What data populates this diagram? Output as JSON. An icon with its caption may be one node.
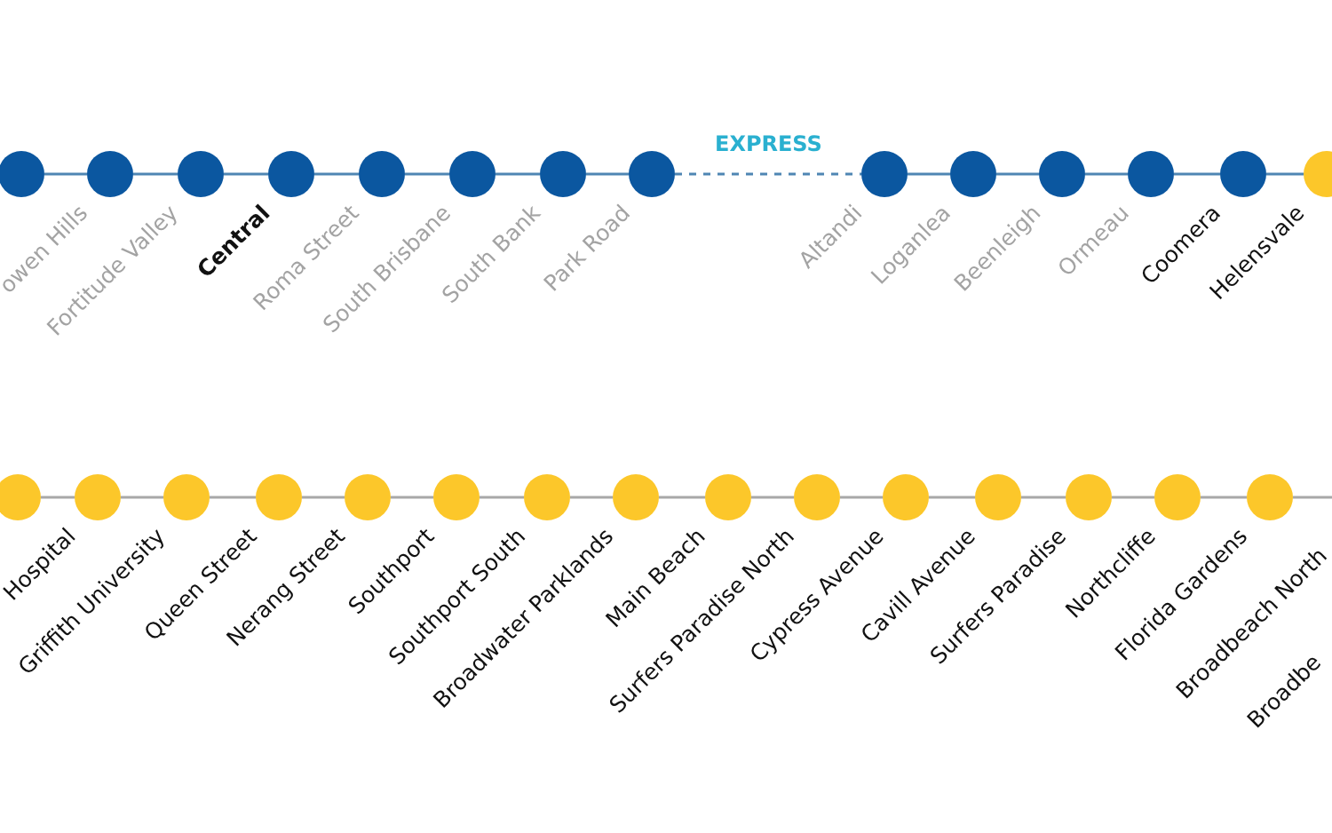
{
  "diagram": {
    "nodes": [
      {
        "text": [],
        "shape": "circle"
      },
      {
        "text": [],
        "shape": "circle",
        "beside": [
          "owen Hills"
        ]
      },
      {
        "text": [],
        "shape": "circle",
        "beside": [
          "Fortitude Valley"
        ]
      },
      {
        "text": [],
        "shape": "circle",
        "beside": [
          "Central"
        ]
      },
      {
        "text": [],
        "shape": "circle",
        "beside": [
          "Roma Street"
        ]
      },
      {
        "text": [],
        "shape": "circle",
        "beside": [
          "South Brisbane"
        ]
      },
      {
        "text": [],
        "shape": "circle",
        "beside": [
          "South Bank"
        ]
      },
      {
        "text": [],
        "shape": "circle",
        "beside": [
          "Park Road"
        ]
      },
      {
        "text": [],
        "shape": "circle",
        "beside": [
          "Altandi"
        ]
      },
      {
        "text": [],
        "shape": "circle",
        "beside": [
          "Loganlea"
        ]
      },
      {
        "text": [],
        "shape": "circle",
        "beside": [
          "Beenleigh"
        ]
      },
      {
        "text": [],
        "shape": "circle",
        "beside": [
          "Ormeau"
        ]
      },
      {
        "text": [],
        "shape": "circle",
        "beside": [
          "Coomera"
        ]
      },
      {
        "text": [],
        "shape": "circle",
        "beside": [
          "Helensvale"
        ]
      },
      {
        "text": [],
        "shape": "circle"
      },
      {
        "text": [],
        "shape": "circle",
        "beside": [
          "Hospital"
        ]
      },
      {
        "text": [],
        "shape": "circle",
        "beside": [
          "Griffith University"
        ]
      },
      {
        "text": [],
        "shape": "circle",
        "beside": [
          "Queen Street"
        ]
      },
      {
        "text": [],
        "shape": "circle",
        "beside": [
          "Nerang Street"
        ]
      },
      {
        "text": [],
        "shape": "circle",
        "beside": [
          "Southport"
        ]
      },
      {
        "text": [],
        "shape": "circle",
        "beside": [
          "Southport South"
        ]
      },
      {
        "text": [],
        "shape": "circle",
        "beside": [
          "Broadwater Parklands"
        ]
      },
      {
        "text": [],
        "shape": "circle",
        "beside": [
          "Main Beach"
        ]
      },
      {
        "text": [],
        "shape": "circle",
        "beside": [
          "Surfers Paradise North"
        ]
      },
      {
        "text": [],
        "shape": "circle",
        "beside": [
          "Cypress Avenue"
        ]
      },
      {
        "text": [],
        "shape": "circle",
        "beside": [
          "Cavill Avenue"
        ]
      },
      {
        "text": [],
        "shape": "circle",
        "beside": [
          "Surfers Paradise"
        ]
      },
      {
        "text": [],
        "shape": "circle",
        "beside": [
          "Northcliffe"
        ]
      },
      {
        "text": [],
        "shape": "circle",
        "beside": [
          "Florida Gardens"
        ]
      }
    ],
    "edges": [
      {
        "from": 0,
        "to": 1,
        "arrow": "none",
        "color": "#4f86b3"
      },
      {
        "from": 1,
        "to": 2,
        "arrow": "none",
        "color": "#4f86b3"
      },
      {
        "from": 2,
        "to": 3,
        "arrow": "none",
        "color": "#4f86b3"
      },
      {
        "from": 3,
        "to": 4,
        "arrow": "none",
        "color": "#4f86b3"
      },
      {
        "from": 4,
        "to": 5,
        "arrow": "none",
        "color": "#4f86b3"
      },
      {
        "from": 5,
        "to": 6,
        "arrow": "none",
        "color": "#4f86b3"
      },
      {
        "from": 6,
        "to": 7,
        "arrow": "none",
        "color": "#4f86b3"
      },
      {
        "from": 7,
        "to": 8,
        "arrow": "none",
        "label": "EXPRESS",
        "style": "dashed",
        "color": "#4f86b3"
      },
      {
        "from": 8,
        "to": 9,
        "arrow": "none",
        "color": "#4f86b3"
      },
      {
        "from": 9,
        "to": 10,
        "arrow": "none",
        "color": "#4f86b3"
      },
      {
        "from": 10,
        "to": 11,
        "arrow": "none",
        "color": "#4f86b3"
      },
      {
        "from": 11,
        "to": 12,
        "arrow": "none",
        "color": "#4f86b3"
      },
      {
        "from": 12,
        "to": 13,
        "arrow": "none",
        "color": "#4f86b3"
      },
      {
        "from": 14,
        "to": 15,
        "arrow": "none"
      },
      {
        "from": 15,
        "to": 16,
        "arrow": "none"
      },
      {
        "from": 16,
        "to": 17,
        "arrow": "none"
      },
      {
        "from": 17,
        "to": 18,
        "arrow": "none"
      },
      {
        "from": 18,
        "to": 19,
        "arrow": "none"
      },
      {
        "from": 19,
        "to": 20,
        "arrow": "none"
      },
      {
        "from": 20,
        "to": 21,
        "arrow": "none"
      },
      {
        "from": 21,
        "to": 22,
        "arrow": "none"
      },
      {
        "from": 22,
        "to": 23,
        "arrow": "none"
      },
      {
        "from": 23,
        "to": 24,
        "arrow": "none"
      },
      {
        "from": 24,
        "to": 25,
        "arrow": "none"
      },
      {
        "from": 25,
        "to": 26,
        "arrow": "none"
      },
      {
        "from": 26,
        "to": 27,
        "arrow": "none"
      },
      {
        "from": 27,
        "to": 28,
        "arrow": "none"
      },
      {
        "from": 28,
        "to": null,
        "arrow": "none"
      }
    ],
    "labels": [
      "Broadbeach North",
      "Broadbe"
    ]
  }
}
